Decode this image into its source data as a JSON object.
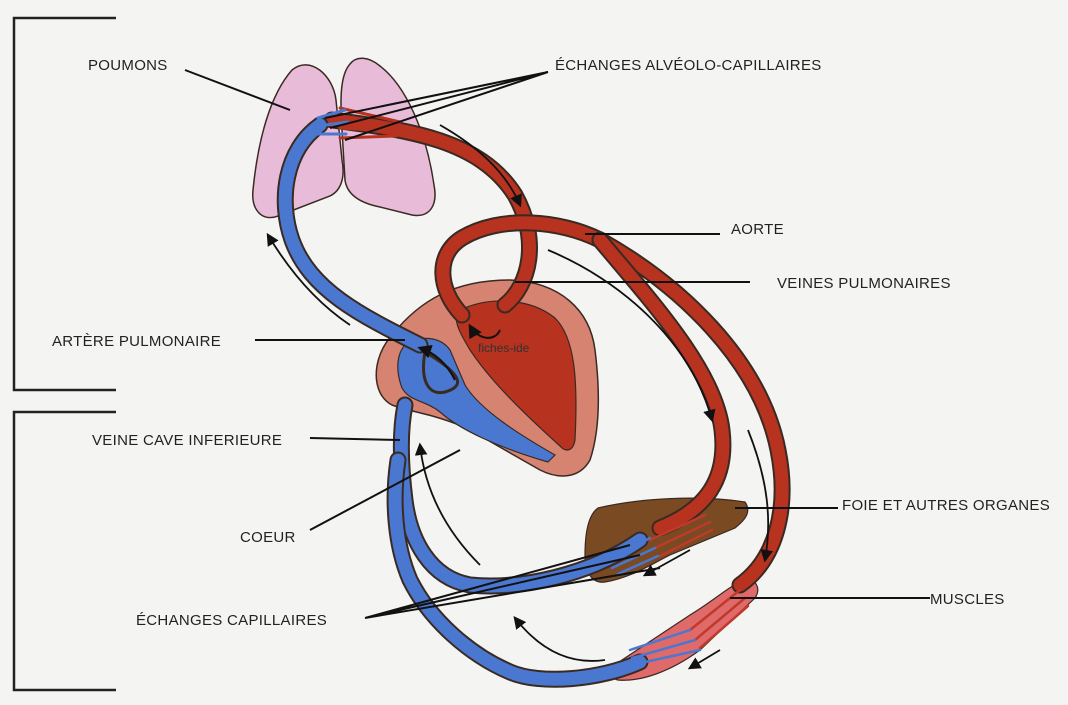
{
  "labels": {
    "poumons": "POUMONS",
    "echanges_alveolo": "ÉCHANGES ALVÉOLO-CAPILLAIRES",
    "aorte": "AORTE",
    "veines_pulmonaires": "VEINES PULMONAIRES",
    "artere_pulmonaire": "ARTÈRE PULMONAIRE",
    "veine_cave": "VEINE CAVE INFERIEURE",
    "coeur": "COEUR",
    "foie": "FOIE ET AUTRES ORGANES",
    "echanges_capillaires": "ÉCHANGES CAPILLAIRES",
    "muscles": "MUSCLES"
  },
  "watermark": "fiches-ide",
  "colors": {
    "oxygenated_blood": "#b7321f",
    "deoxygenated_blood": "#4a78d0",
    "lungs": "#e8bcd9",
    "heart_outer": "#d68372",
    "liver": "#7a4a22",
    "muscle": "#e06a6a",
    "outline": "#3a2a22"
  }
}
